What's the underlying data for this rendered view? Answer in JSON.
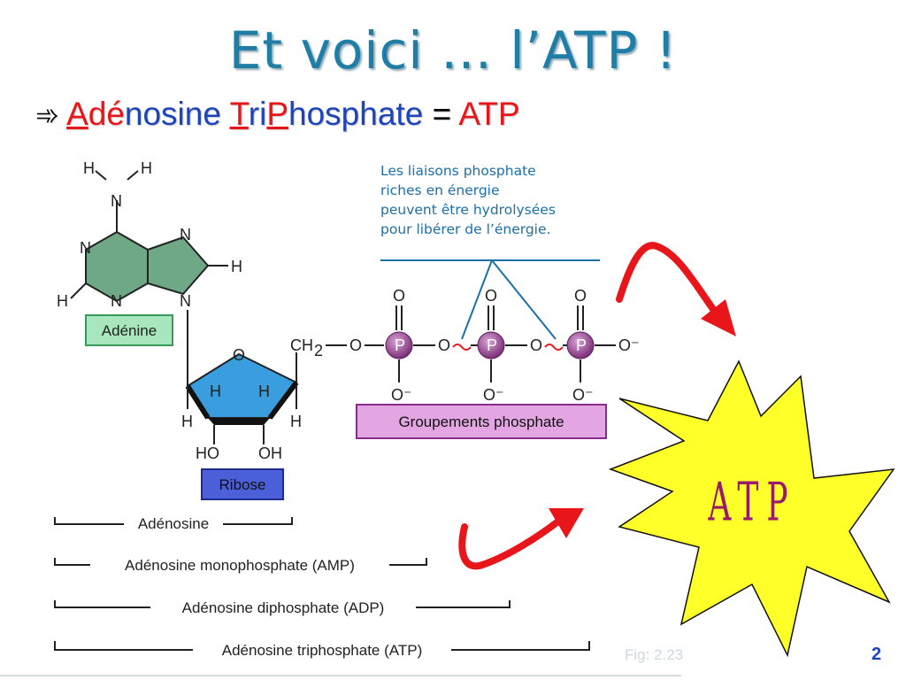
{
  "slide": {
    "title": "Et voici … l’ATP !",
    "subtitle": {
      "arrow": "➾",
      "parts": [
        "A",
        "dé",
        "n",
        "osine",
        "T",
        "ri",
        "P",
        "hosphate"
      ],
      "equals": "=",
      "abbrev": "ATP"
    }
  },
  "molecule": {
    "adenine_label": "Adénine",
    "ribose_label": "Ribose",
    "phosphate_group_label": "Groupements phosphate",
    "atoms": {
      "H": "H",
      "N": "N",
      "O": "O",
      "P": "P",
      "O_minus": "O⁻",
      "HO": "HO",
      "OH": "OH",
      "CH": "CH",
      "sub2": "2"
    },
    "note": [
      "Les liaisons phosphate",
      "riches en énergie",
      "peuvent être hydrolysées",
      "pour libérer de l’énergie."
    ]
  },
  "ranges": [
    {
      "label": "Adénosine"
    },
    {
      "label": "Adénosine monophosphate (AMP)"
    },
    {
      "label": "Adénosine diphosphate (ADP)"
    },
    {
      "label": "Adénosine triphosphate (ATP)"
    }
  ],
  "starburst_text": "ATP",
  "fig_ref": "Fig: 2.23",
  "page_number": "2",
  "colors": {
    "title": "#1f7ea6",
    "adenine": "#6fa886",
    "ribose": "#3a9ede",
    "phosphate": "#8a3a86",
    "starburst": "#ffff2a",
    "arrows": "#e8161a"
  }
}
